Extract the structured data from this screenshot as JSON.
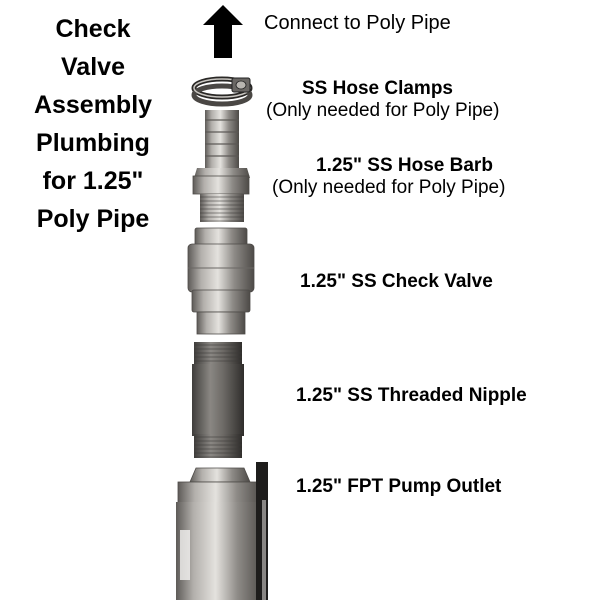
{
  "title_lines": [
    "Check",
    "Valve",
    "Assembly",
    "Plumbing",
    "for 1.25\"",
    "Poly Pipe"
  ],
  "parts": {
    "connect": "Connect to Poly Pipe",
    "clamps": {
      "name": "SS Hose Clamps",
      "note": "(Only needed for Poly Pipe)"
    },
    "barb": {
      "name": "1.25\" SS Hose Barb",
      "note": "(Only needed for Poly Pipe)"
    },
    "valve": {
      "name": "1.25\" SS Check Valve"
    },
    "nipple": {
      "name": "1.25\" SS Threaded Nipple"
    },
    "outlet": {
      "name": "1.25\" FPT Pump Outlet"
    }
  },
  "icons": {
    "arrow": "up-arrow-icon"
  },
  "colors": {
    "steel_light": "#d8d6d2",
    "steel_mid": "#9a9793",
    "steel_dark": "#5a5754",
    "text": "#000000"
  }
}
